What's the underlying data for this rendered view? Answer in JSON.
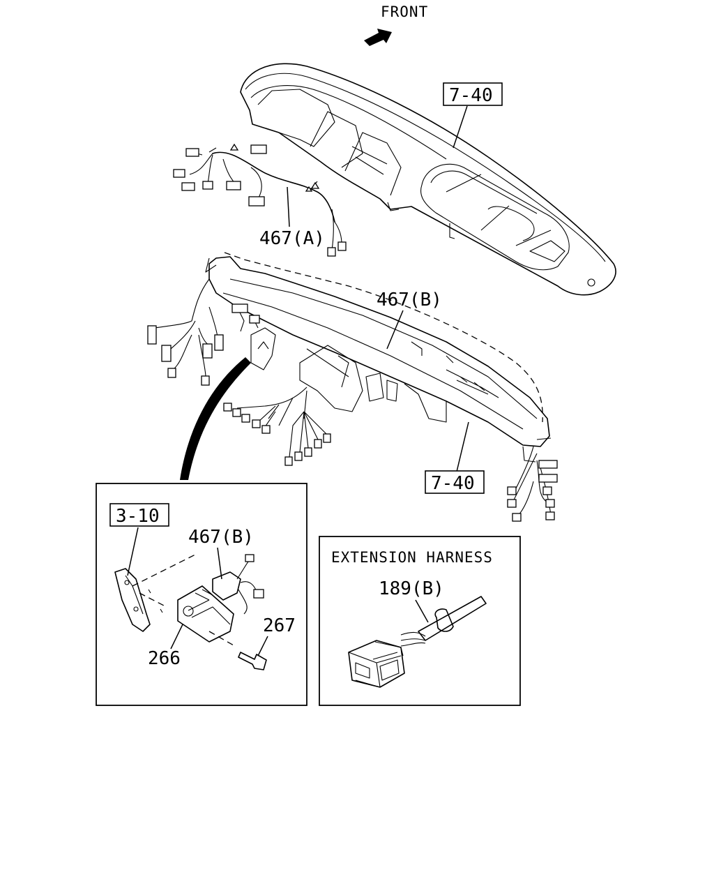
{
  "direction_label": "FRONT",
  "callouts": {
    "upper_panel_ref": "7-40",
    "lower_panel_ref": "7-40",
    "harness_a": "467(A)",
    "harness_b": "467(B)",
    "detail_bracket_ref": "3-10",
    "detail_harness_b": "467(B)",
    "part_266": "266",
    "part_267": "267"
  },
  "inset_extension": {
    "title": "EXTENSION HARNESS",
    "part": "189(B)"
  },
  "icons": [
    "front-arrow-icon"
  ]
}
